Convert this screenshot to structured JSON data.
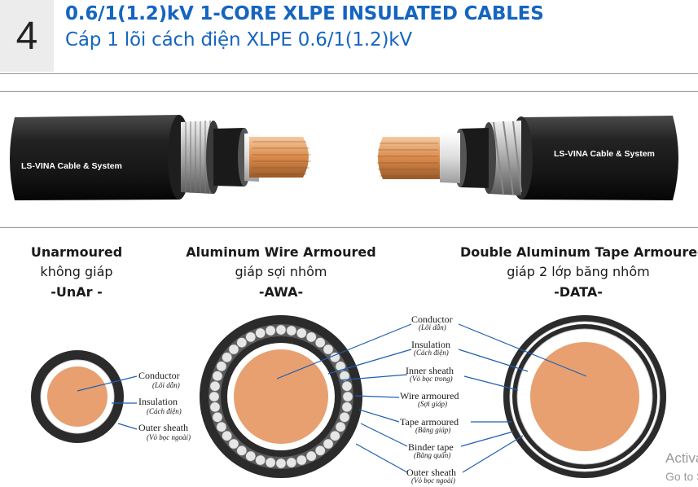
{
  "header": {
    "number": "4",
    "title_en": "0.6/1(1.2)kV 1-CORE XLPE INSULATED CABLES",
    "title_vn": "Cáp 1 lõi cách điện XLPE 0.6/1(1.2)kV"
  },
  "photo": {
    "brand_left": "LS-VINA Cable & System",
    "brand_right": "LS-VINA Cable & System"
  },
  "sections": [
    {
      "title": "Unarmoured",
      "title_vn": "không giáp",
      "code": "-UnAr -"
    },
    {
      "title": "Aluminum Wire Armoured",
      "title_vn": "giáp sợi nhôm",
      "code": "-AWA-"
    },
    {
      "title": "Double Aluminum Tape Armoured",
      "title_vn": "giáp 2 lớp băng nhôm",
      "code": "-DATA-"
    }
  ],
  "unar_labels": [
    {
      "en": "Conductor",
      "vn": "(Lõi dẫn)"
    },
    {
      "en": "Insulation",
      "vn": "(Cách điện)"
    },
    {
      "en": "Outer sheath",
      "vn": "(Vỏ bọc ngoài)"
    }
  ],
  "center_labels": [
    {
      "en": "Conductor",
      "vn": "(Lõi dẫn)"
    },
    {
      "en": "Insulation",
      "vn": "(Cách điện)"
    },
    {
      "en": "Inner sheath",
      "vn": "(Vỏ bọc trong)"
    },
    {
      "en": "Wire armoured",
      "vn": "(Sợi giáp)"
    },
    {
      "en": "Tape armoured",
      "vn": "(Băng giáp)"
    },
    {
      "en": "Binder tape",
      "vn": "(Băng quấn)"
    },
    {
      "en": "Outer sheath",
      "vn": "(Vỏ bọc ngoài)"
    }
  ],
  "watermark": {
    "line1": "Activate",
    "line2": "Go to Se"
  },
  "colors": {
    "title_blue": "#1565c0",
    "leader_blue": "#1f5fb0",
    "copper": "#e8a070",
    "sheath": "#2b2b2b"
  }
}
